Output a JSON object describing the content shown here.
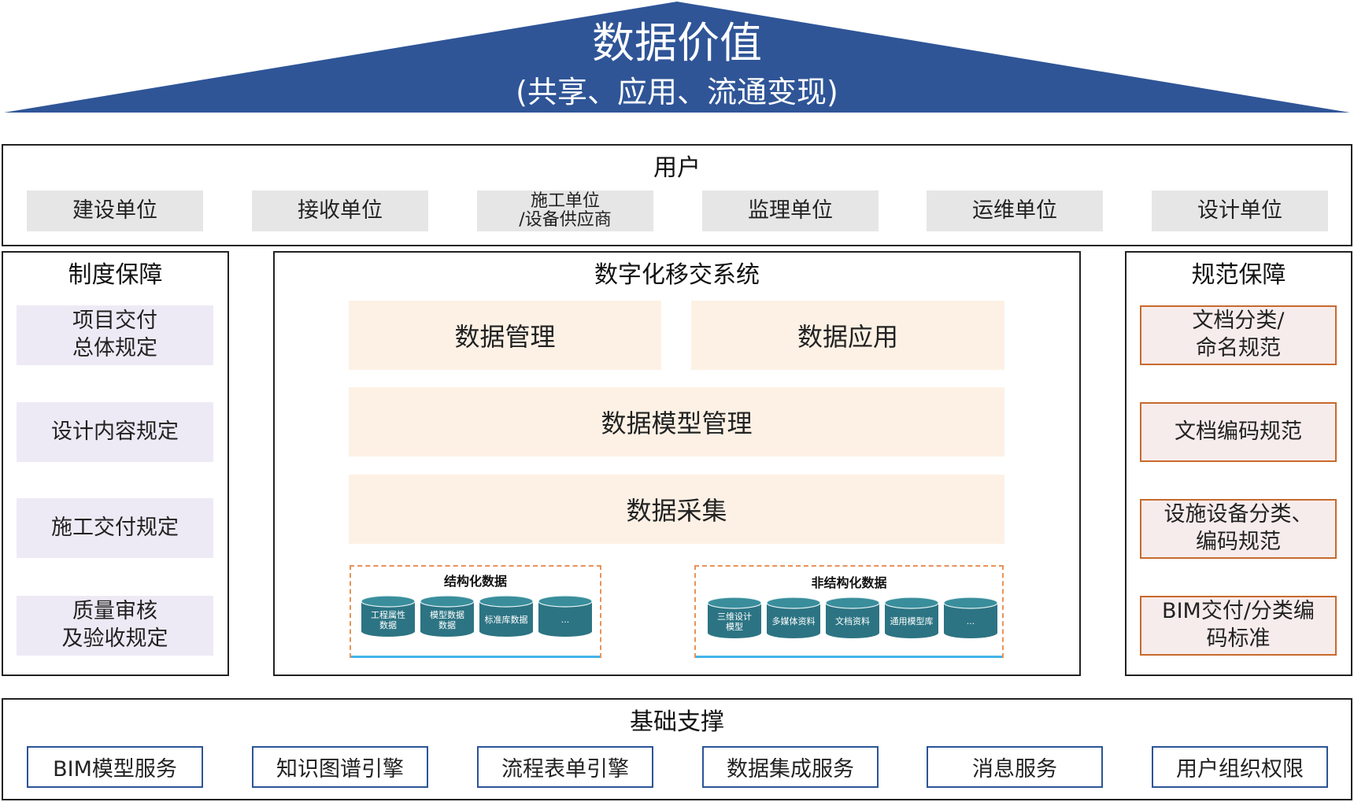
{
  "roof": {
    "title": "数据价值",
    "subtitle": "(共享、应用、流通变现)",
    "color": "#2f5597"
  },
  "users": {
    "title": "用户",
    "items": [
      "建设单位",
      "接收单位",
      "施工单位\n/设备供应商",
      "监理单位",
      "运维单位",
      "设计单位"
    ]
  },
  "institution": {
    "title": "制度保障",
    "items": [
      "项目交付\n总体规定",
      "设计内容规定",
      "施工交付规定",
      "质量审核\n及验收规定"
    ]
  },
  "system": {
    "title": "数字化移交系统",
    "data_management": "数据管理",
    "data_application": "数据应用",
    "data_model_management": "数据模型管理",
    "data_collection": "数据采集",
    "structured": {
      "title": "结构化数据",
      "items": [
        "工程属性\n数据",
        "模型数据\n数据",
        "标准库数据",
        "..."
      ]
    },
    "unstructured": {
      "title": "非结构化数据",
      "items": [
        "三维设计\n模型",
        "多媒体资料",
        "文档资料",
        "通用模型库",
        "..."
      ]
    }
  },
  "standards": {
    "title": "规范保障",
    "items": [
      "文档分类/\n命名规范",
      "文档编码规范",
      "设施设备分类、\n编码规范",
      "BIM交付/分类编\n码标准"
    ]
  },
  "foundation": {
    "title": "基础支撑",
    "items": [
      "BIM模型服务",
      "知识图谱引擎",
      "流程表单引擎",
      "数据集成服务",
      "消息服务",
      "用户组织权限"
    ]
  },
  "colors": {
    "cylinder_top": "#3a8e9c",
    "cylinder_body": "#2c7483",
    "accent_border": "#c76a2d",
    "foundation_border": "#2b5497"
  }
}
